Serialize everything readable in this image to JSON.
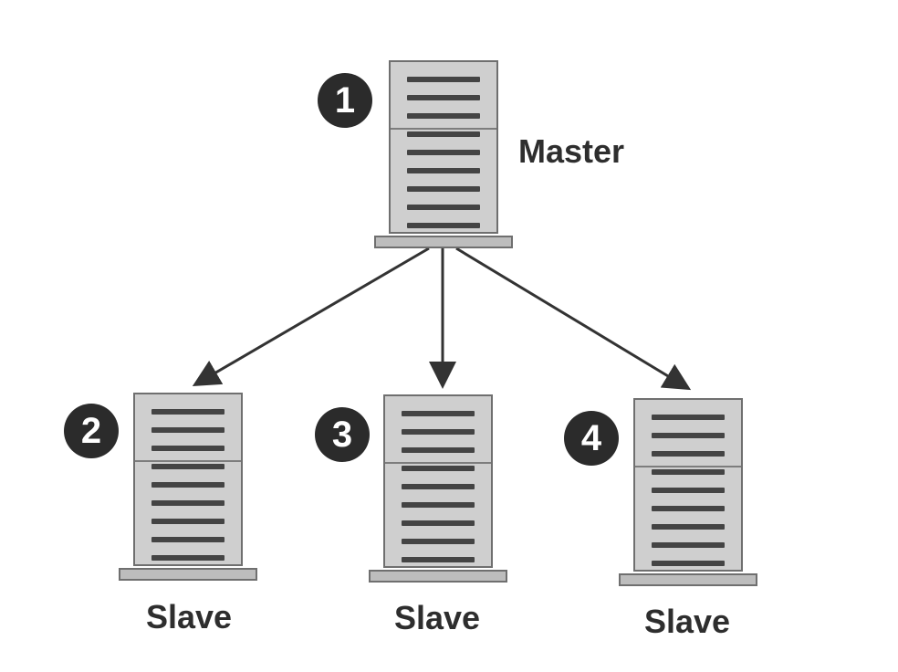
{
  "nodes": [
    {
      "number": "1",
      "label": "Master"
    },
    {
      "number": "2",
      "label": "Slave"
    },
    {
      "number": "3",
      "label": "Slave"
    },
    {
      "number": "4",
      "label": "Slave"
    }
  ],
  "colors": {
    "badge": "#2b2b2b",
    "server_body": "#cfcfcf",
    "server_slot": "#444444",
    "arrow": "#333333",
    "text": "#2e2e2e"
  }
}
